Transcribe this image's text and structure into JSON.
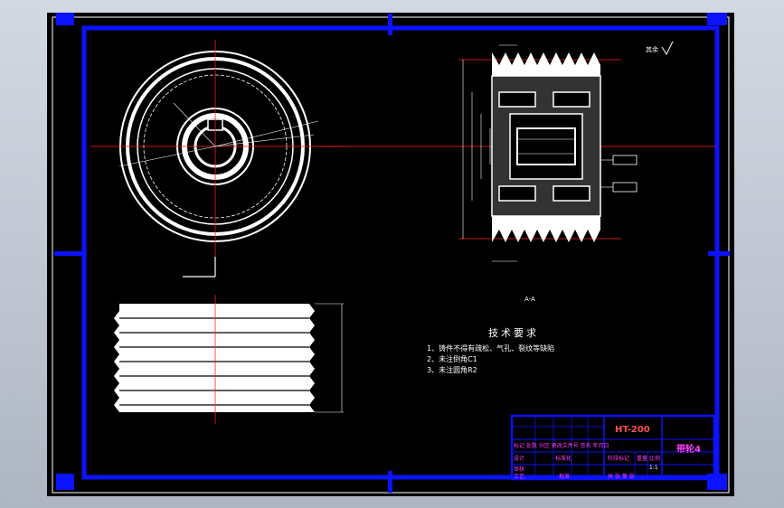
{
  "drawing": {
    "tech_req_title": "技术要求",
    "tech_req_items": [
      "1、铸件不得有疏松、气孔、裂纹等缺陷",
      "2、未注倒角C1",
      "3、未注圆角R2"
    ],
    "section_label": "A-A",
    "material": "HT-200",
    "part_name": "带轮4",
    "title_block": {
      "row1": "",
      "row_headers": "标记 处数 分区 更改文件号 签名 年月日",
      "design": "设计",
      "standardize": "标准化",
      "stage_mark": "阶段标记",
      "weight": "重量",
      "scale": "比例",
      "scale_value": "1:1",
      "review": "审核",
      "process": "工艺",
      "approve": "批准",
      "sheets": "共 张 第 张"
    },
    "roughness_note": "其余"
  },
  "colors": {
    "frame": "#0b12ff",
    "outline": "#ffffff",
    "center_line": "#ff2020",
    "text": "#ffffff",
    "title_text": "#ff3cff",
    "material_text": "#ff5050"
  }
}
